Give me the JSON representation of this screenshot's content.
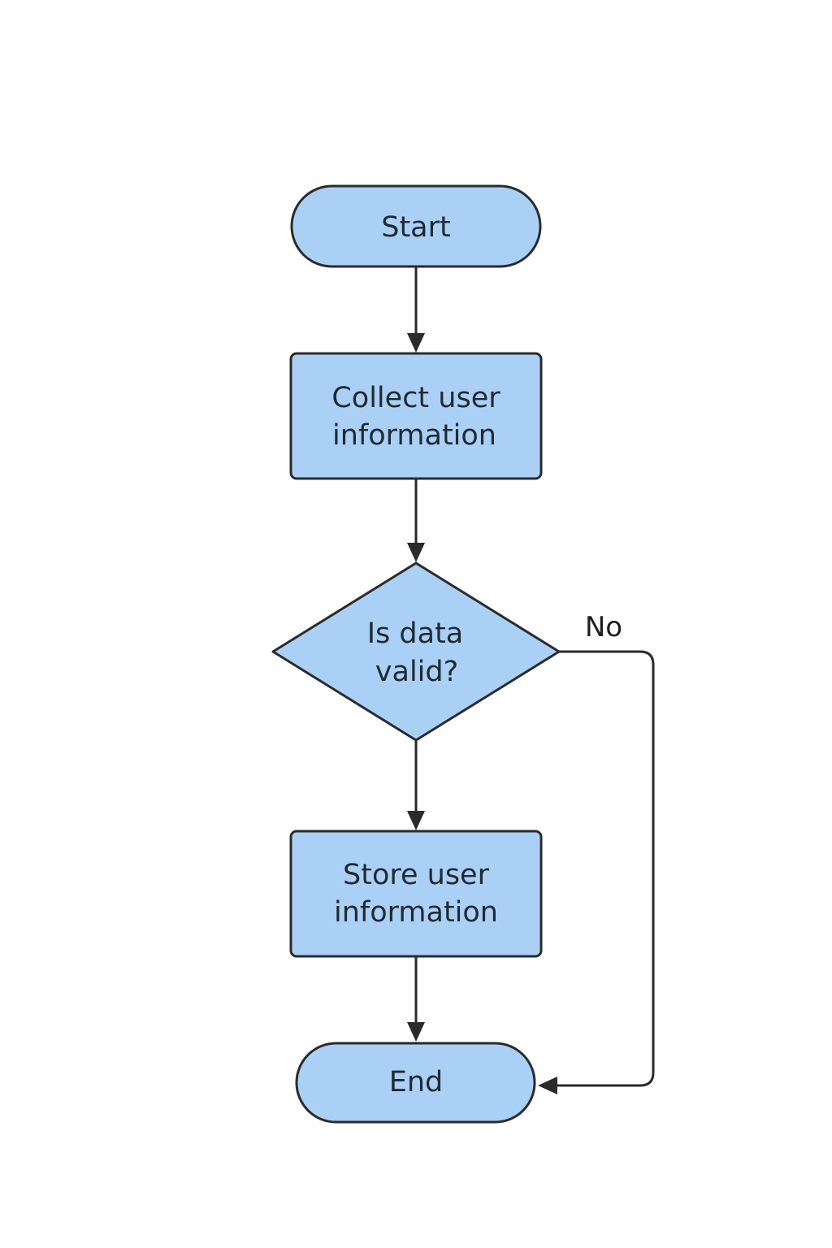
{
  "colors": {
    "node_fill": "#abd0f5",
    "stroke": "#2b2b2b",
    "text": "#1f2a33",
    "background": "#ffffff"
  },
  "nodes": {
    "start": {
      "shape": "terminator",
      "lines": [
        "Start"
      ]
    },
    "collect": {
      "shape": "process",
      "lines": [
        "Collect user",
        "information"
      ]
    },
    "decision": {
      "shape": "decision",
      "lines": [
        "Is data",
        "valid?"
      ]
    },
    "store": {
      "shape": "process",
      "lines": [
        "Store user",
        "information"
      ]
    },
    "end": {
      "shape": "terminator",
      "lines": [
        "End"
      ]
    }
  },
  "edges": [
    {
      "from": "start",
      "to": "collect",
      "label": ""
    },
    {
      "from": "collect",
      "to": "decision",
      "label": ""
    },
    {
      "from": "decision",
      "to": "store",
      "label": ""
    },
    {
      "from": "store",
      "to": "end",
      "label": ""
    },
    {
      "from": "decision",
      "to": "end",
      "label": "No"
    }
  ]
}
